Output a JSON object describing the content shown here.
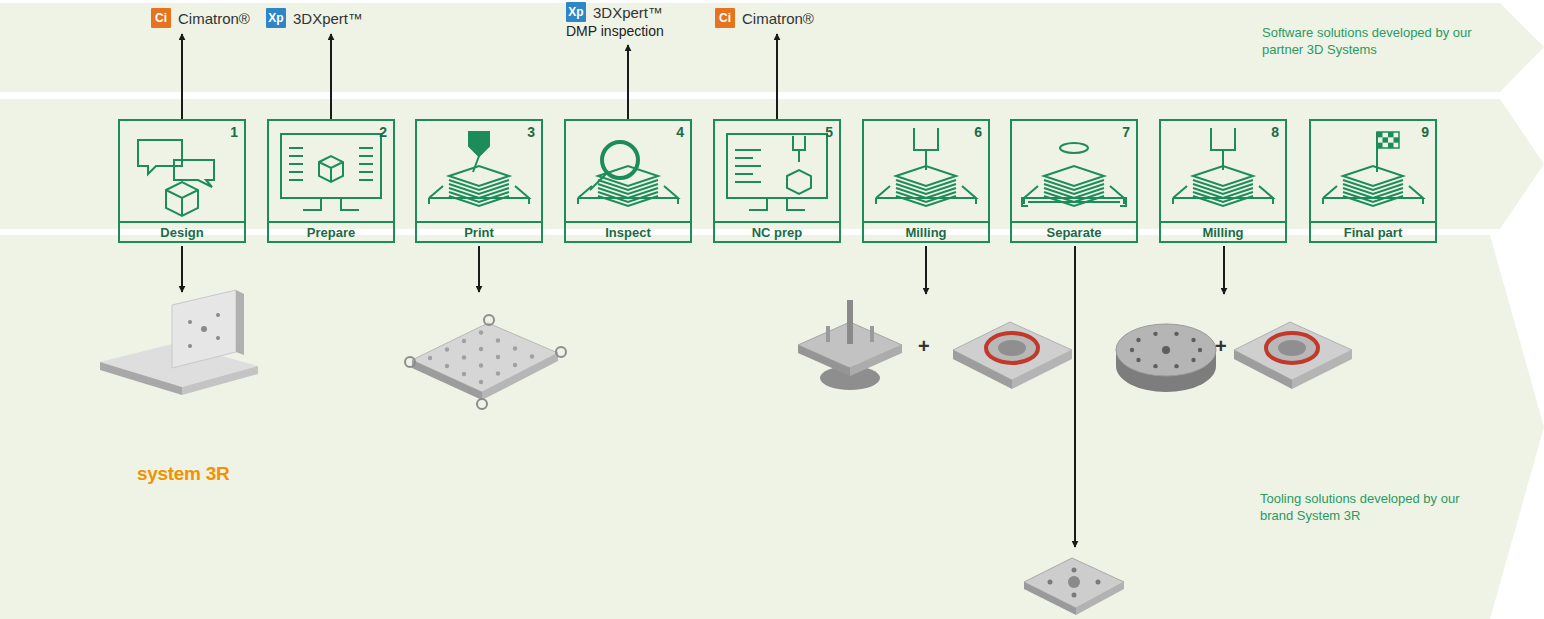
{
  "diagram": {
    "nodes": [
      {
        "text": [
          "Software solutions developed by our partner 3D Systems"
        ]
      },
      {
        "text": [
          "Ci",
          "Cimatron®"
        ],
        "in": 0
      },
      {
        "text": [
          "Xp",
          "3DXpert™"
        ],
        "in": 0
      },
      {
        "text": [
          "Xp",
          "3DXpert™",
          "DMP inspection"
        ],
        "in": 0
      },
      {
        "text": [
          "Ci",
          "Cimatron®"
        ],
        "in": 0
      },
      {
        "text": [
          "1",
          "Design"
        ]
      },
      {
        "text": [
          "2",
          "Prepare"
        ]
      },
      {
        "text": [
          "3",
          "Print"
        ]
      },
      {
        "text": [
          "4",
          "Inspect"
        ]
      },
      {
        "text": [
          "5",
          "NC prep"
        ]
      },
      {
        "text": [
          "6",
          "Milling"
        ]
      },
      {
        "text": [
          "7",
          "Separate"
        ]
      },
      {
        "text": [
          "8",
          "Milling"
        ]
      },
      {
        "text": [
          "9",
          "Final part"
        ]
      },
      {
        "text": [
          "system 3R",
          "Tooling solutions developed by our brand System 3R"
        ]
      }
    ],
    "edges": [
      {
        "from": 5,
        "to": 1,
        "arrow": "to"
      },
      {
        "from": 6,
        "to": 2,
        "arrow": "to"
      },
      {
        "from": 8,
        "to": 3,
        "arrow": "to"
      },
      {
        "from": 9,
        "to": 4,
        "arrow": "to"
      }
    ],
    "labels": [
      "+",
      "+"
    ]
  }
}
